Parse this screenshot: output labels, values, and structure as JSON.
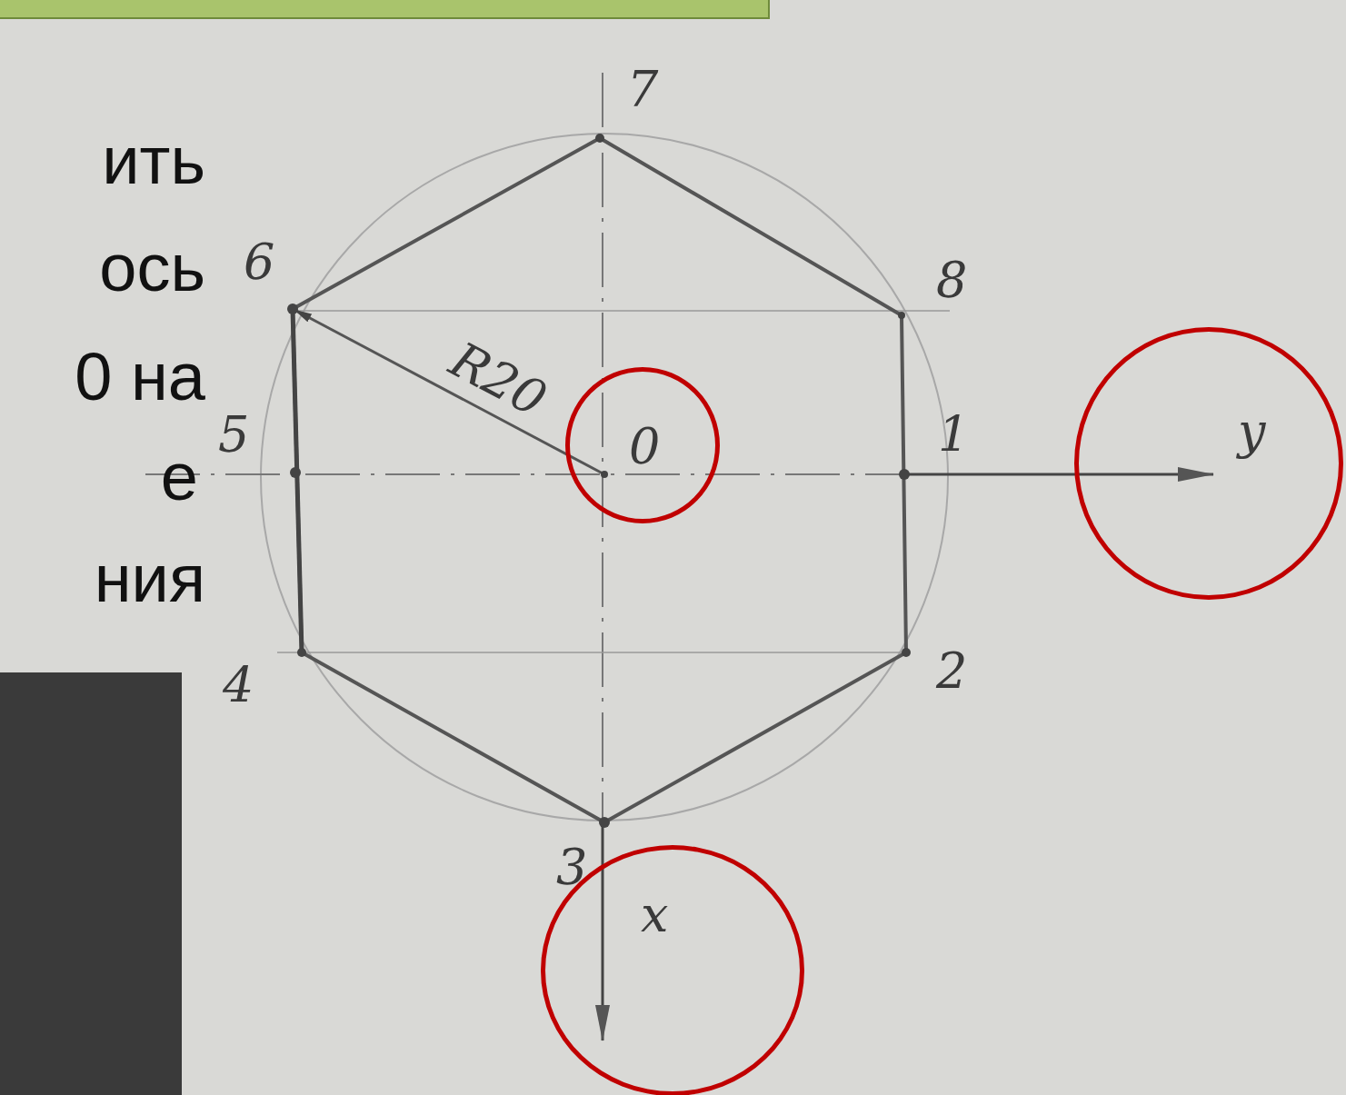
{
  "diagram": {
    "nodes": [
      {
        "text": [
          "0"
        ]
      },
      {
        "text": [
          "y"
        ]
      },
      {
        "text": [
          "x"
        ]
      }
    ],
    "labels": [
      "ить",
      "ось",
      "0 на",
      "е",
      "ния",
      "7",
      "6",
      "8",
      "R20",
      "5",
      "1",
      "4",
      "2",
      "3"
    ]
  }
}
